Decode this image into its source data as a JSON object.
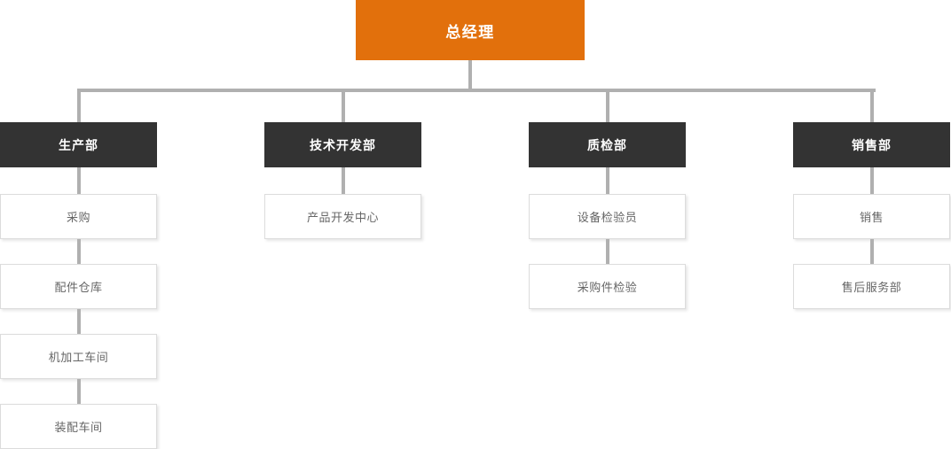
{
  "chart_data": {
    "type": "diagram",
    "diagram_type": "organization-chart",
    "title": "",
    "orientation": "top-down",
    "levels": 3,
    "colors": {
      "root_fill": "#e2700c",
      "root_text": "#ffffff",
      "department_fill": "#333333",
      "department_text": "#ffffff",
      "leaf_fill": "#ffffff",
      "leaf_border": "#dcdcdc",
      "leaf_text": "#666666",
      "connector": "#b0b0b0",
      "background": "#ffffff"
    }
  },
  "root": {
    "label": "总经理"
  },
  "departments": [
    {
      "label": "生产部",
      "children": [
        {
          "label": "采购"
        },
        {
          "label": "配件仓库"
        },
        {
          "label": "机加工车间"
        },
        {
          "label": "装配车间"
        }
      ]
    },
    {
      "label": "技术开发部",
      "children": [
        {
          "label": "产品开发中心"
        }
      ]
    },
    {
      "label": "质检部",
      "children": [
        {
          "label": "设备检验员"
        },
        {
          "label": "采购件检验"
        }
      ]
    },
    {
      "label": "销售部",
      "children": [
        {
          "label": "销售"
        },
        {
          "label": "售后服务部"
        }
      ]
    }
  ]
}
